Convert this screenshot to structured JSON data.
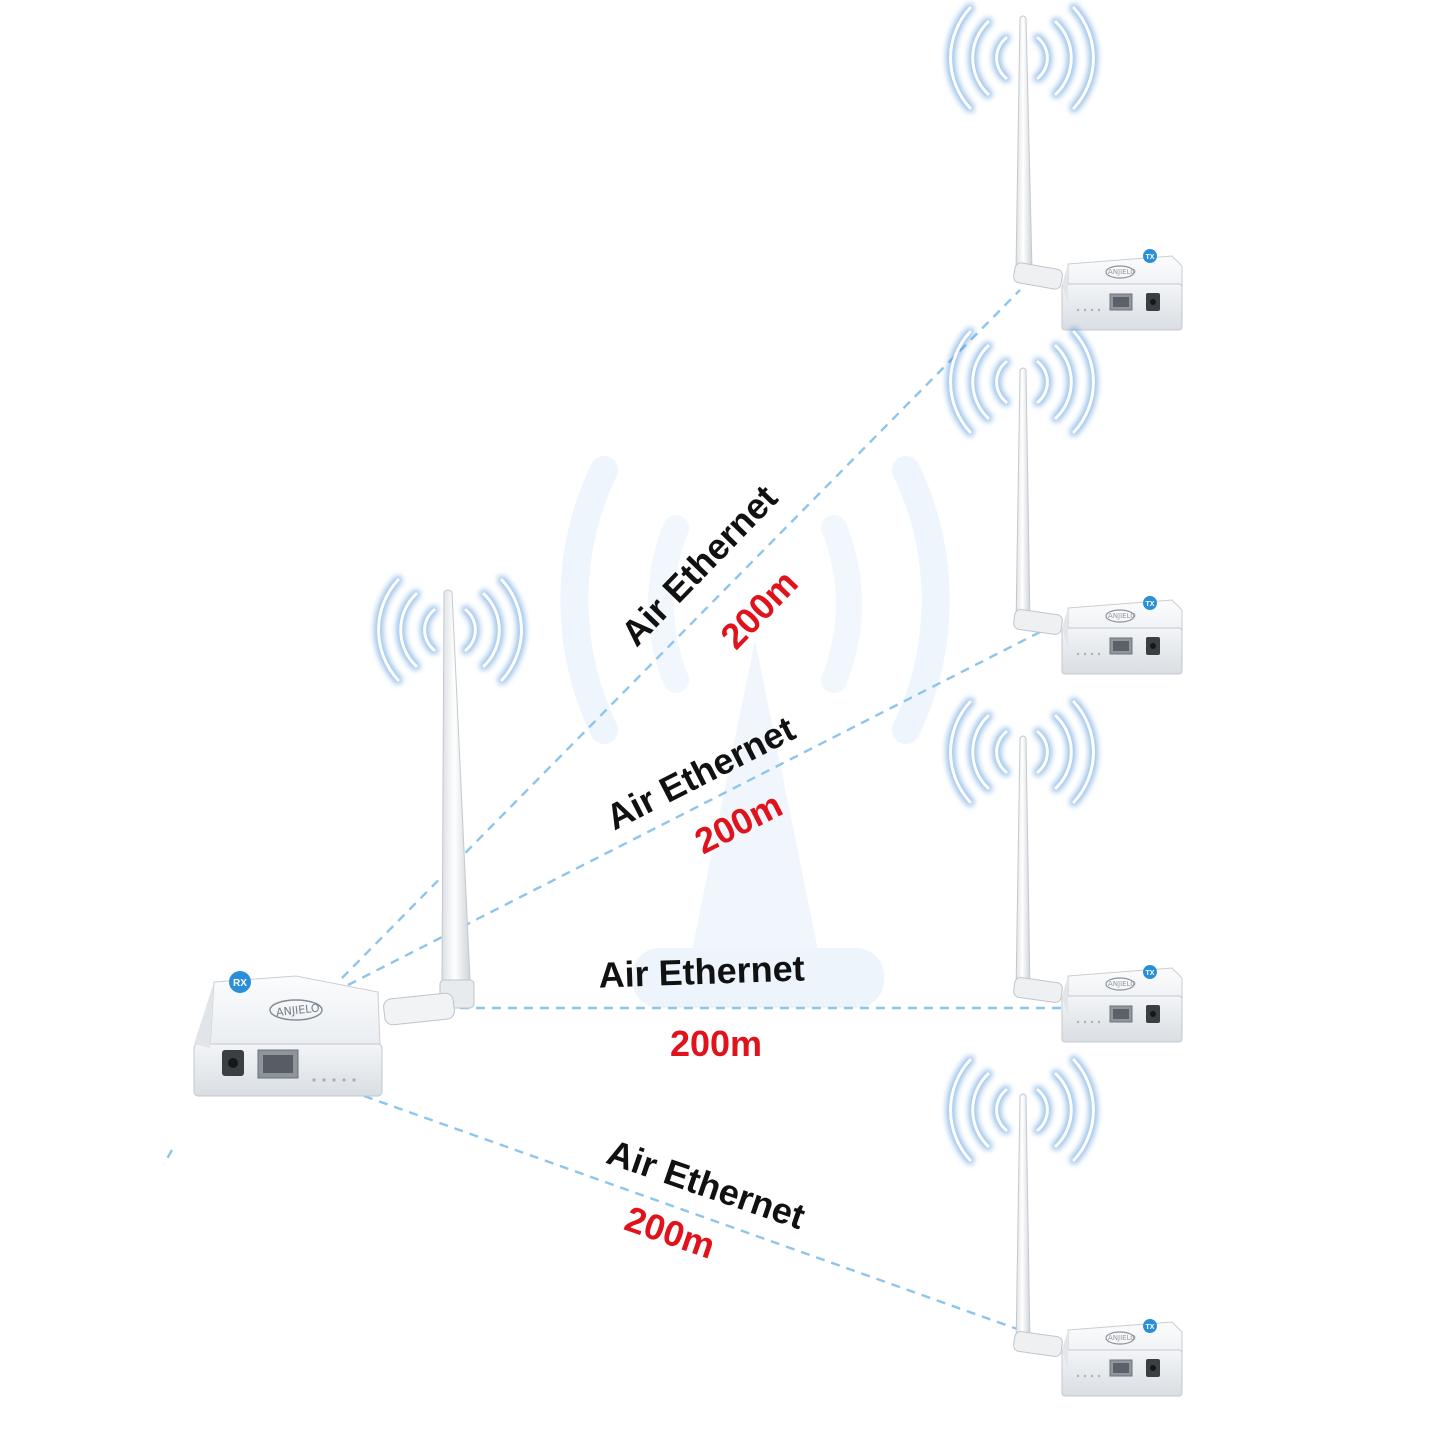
{
  "links": [
    {
      "name": "Air Ethernet",
      "distance": "200m"
    },
    {
      "name": "Air Ethernet",
      "distance": "200m"
    },
    {
      "name": "Air Ethernet",
      "distance": "200m"
    },
    {
      "name": "Air Ethernet",
      "distance": "200m"
    }
  ],
  "main_unit": {
    "badge": "RX",
    "brand": "ANJIELO"
  },
  "remote_units": [
    {
      "badge": "TX"
    },
    {
      "badge": "TX"
    },
    {
      "badge": "TX"
    },
    {
      "badge": "TX"
    }
  ],
  "colors": {
    "link_line": "#8ec5ec",
    "distance_text": "#e0121b",
    "label_text": "#111111",
    "wave": "#4a90d9",
    "badge": "#2a8fd6",
    "device_body": "#eef1f4",
    "watermark": "#eef5fc"
  },
  "icons": [
    "wifi-wave-icon",
    "antenna-icon",
    "rj45-port-icon",
    "dc-jack-icon"
  ]
}
